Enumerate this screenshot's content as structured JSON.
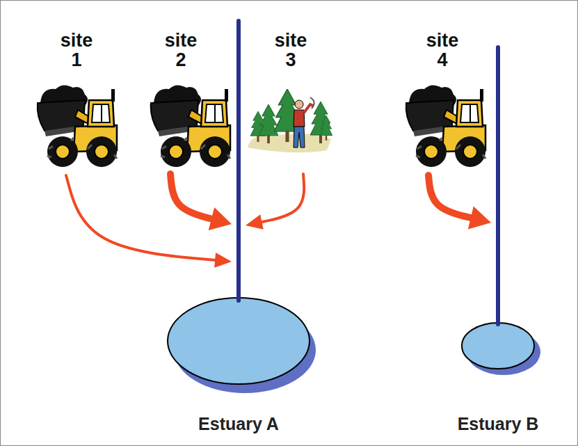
{
  "diagram": {
    "nodes": [
      {
        "text": [
          "site 1"
        ]
      },
      {
        "text": [
          "site 2"
        ]
      },
      {
        "text": [
          "site 3"
        ]
      },
      {
        "text": [
          "site 4"
        ]
      },
      {
        "text": [
          "Estuary A"
        ]
      },
      {
        "text": [
          "Estuary B"
        ]
      }
    ],
    "edges": [
      {
        "from": 0,
        "to": 4,
        "arrow": "to"
      },
      {
        "from": 1,
        "to": 4,
        "arrow": "to"
      },
      {
        "from": 2,
        "to": 4,
        "arrow": "to"
      },
      {
        "from": 3,
        "to": 5,
        "arrow": "to"
      }
    ]
  }
}
